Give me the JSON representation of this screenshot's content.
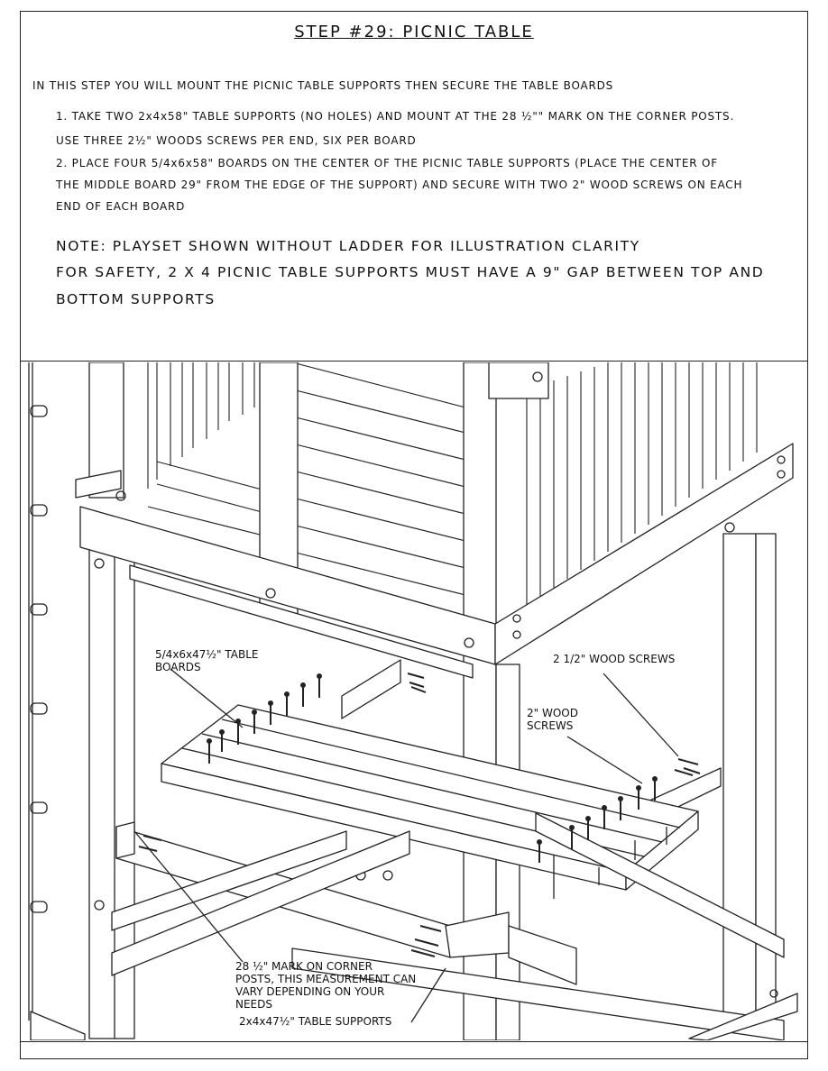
{
  "title": "STEP #29: PICNIC TABLE",
  "intro": "IN THIS STEP YOU WILL MOUNT THE PICNIC TABLE SUPPORTS THEN SECURE THE TABLE BOARDS",
  "steps": [
    "1. TAKE TWO 2x4x58\" TABLE SUPPORTS (NO HOLES) AND MOUNT AT THE 28 ½\"\" MARK ON THE CORNER POSTS.",
    "USE THREE 2½\" WOODS SCREWS PER END, SIX PER BOARD",
    "2. PLACE FOUR 5/4x6x58\" BOARDS ON THE CENTER OF THE PICNIC TABLE SUPPORTS (PLACE THE CENTER OF",
    "THE MIDDLE BOARD 29\" FROM THE EDGE OF THE SUPPORT) AND SECURE WITH TWO 2\" WOOD SCREWS ON EACH",
    "END OF EACH BOARD"
  ],
  "notes": [
    "NOTE: PLAYSET SHOWN WITHOUT LADDER FOR ILLUSTRATION CLARITY",
    "FOR SAFETY, 2 X 4 PICNIC TABLE SUPPORTS MUST HAVE A 9\" GAP BETWEEN TOP AND",
    "BOTTOM SUPPORTS"
  ],
  "callouts": {
    "boards_1": "5/4x6x47½\" TABLE",
    "boards_2": "BOARDS",
    "wood_screws_25": "2 1/2\" WOOD SCREWS",
    "wood_screws_2_1": "2\" WOOD",
    "wood_screws_2_2": "SCREWS",
    "mark_1": "28 ½\" MARK ON CORNER",
    "mark_2": "POSTS, THIS MEASUREMENT CAN",
    "mark_3": "VARY DEPENDING ON YOUR",
    "mark_4": "NEEDS",
    "supports": "2x4x47½\" TABLE SUPPORTS"
  }
}
